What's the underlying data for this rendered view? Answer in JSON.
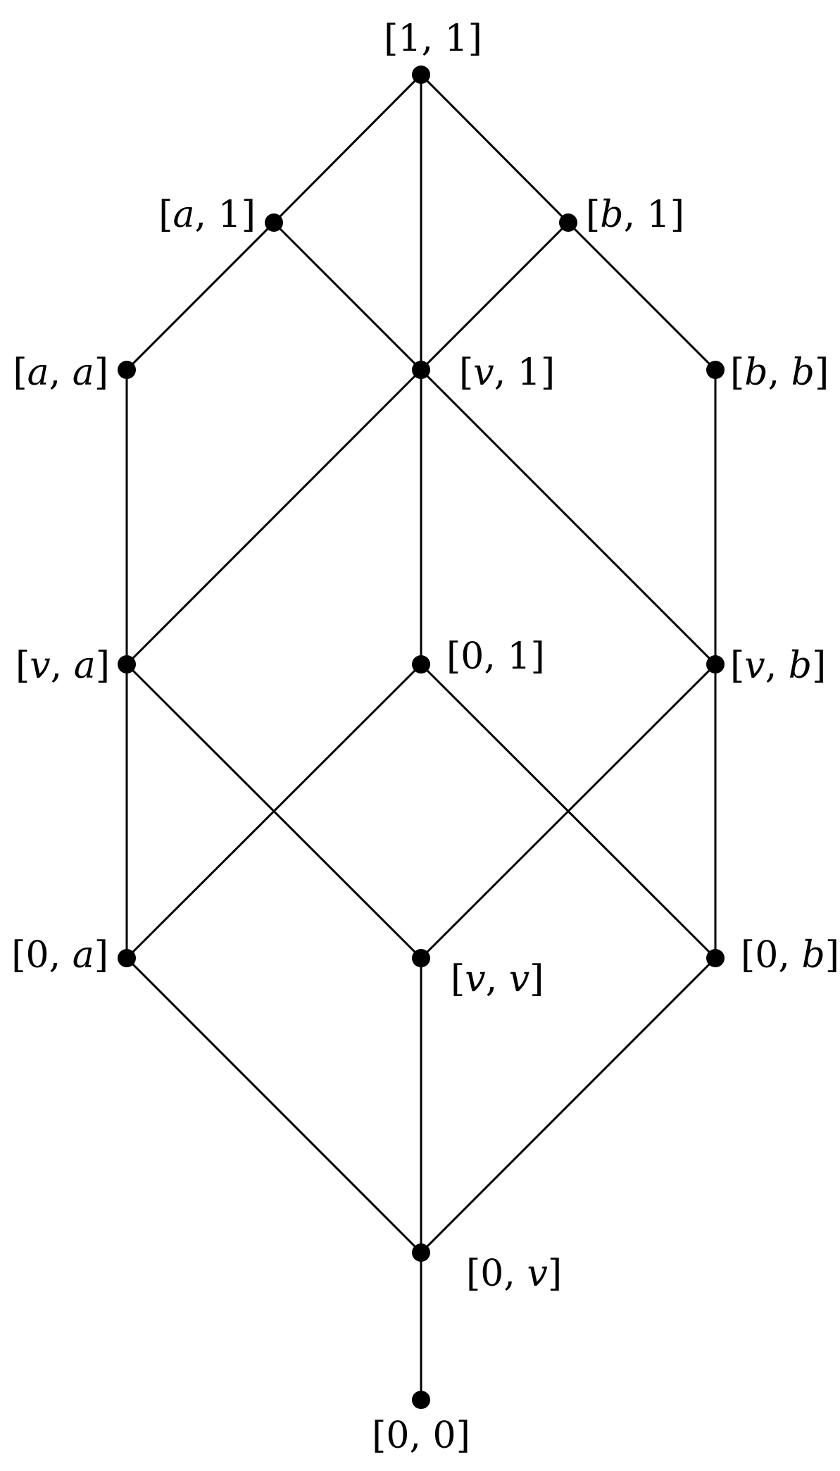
{
  "diagram": {
    "nodes": [
      {
        "id": "n11",
        "label": "[1, 1]"
      },
      {
        "id": "na1",
        "label": "[a, 1]"
      },
      {
        "id": "nb1",
        "label": "[b, 1]"
      },
      {
        "id": "naa",
        "label": "[a, a]"
      },
      {
        "id": "nv1",
        "label": "[v, 1]"
      },
      {
        "id": "nbb",
        "label": "[b, b]"
      },
      {
        "id": "nva",
        "label": "[v, a]"
      },
      {
        "id": "n01",
        "label": "[0, 1]"
      },
      {
        "id": "nvb",
        "label": "[v, b]"
      },
      {
        "id": "n0a",
        "label": "[0, a]"
      },
      {
        "id": "nvv",
        "label": "[v, v]"
      },
      {
        "id": "n0b",
        "label": "[0, b]"
      },
      {
        "id": "n0v",
        "label": "[0, v]"
      },
      {
        "id": "n00",
        "label": "[0, 0]"
      }
    ],
    "edges": [
      [
        "n11",
        "na1"
      ],
      [
        "n11",
        "nb1"
      ],
      [
        "n11",
        "nv1"
      ],
      [
        "na1",
        "naa"
      ],
      [
        "na1",
        "nv1"
      ],
      [
        "nb1",
        "nv1"
      ],
      [
        "nb1",
        "nbb"
      ],
      [
        "naa",
        "nva"
      ],
      [
        "nv1",
        "nva"
      ],
      [
        "nv1",
        "n01"
      ],
      [
        "nv1",
        "nvb"
      ],
      [
        "nbb",
        "nvb"
      ],
      [
        "nva",
        "n0a"
      ],
      [
        "nva",
        "nvv"
      ],
      [
        "n01",
        "n0a"
      ],
      [
        "n01",
        "n0b"
      ],
      [
        "nvb",
        "nvv"
      ],
      [
        "nvb",
        "n0b"
      ],
      [
        "n0a",
        "n0v"
      ],
      [
        "nvv",
        "n0v"
      ],
      [
        "n0b",
        "n0v"
      ],
      [
        "n0v",
        "n00"
      ]
    ]
  }
}
